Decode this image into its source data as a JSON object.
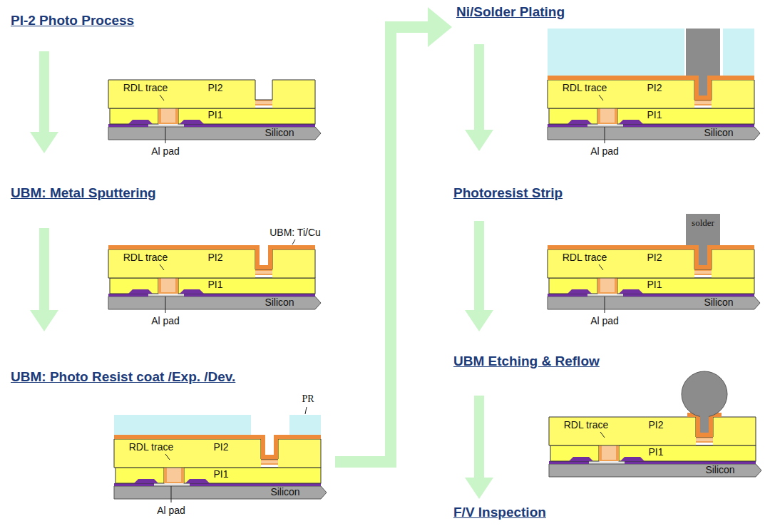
{
  "diagram": {
    "labels": [
      "PI-2 Photo Process",
      "RDL trace",
      "PI2",
      "PI1",
      "Silicon",
      "Al pad",
      "UBM: Metal Sputtering",
      "RDL trace",
      "PI2",
      "UBM: Ti/Cu",
      "PI1",
      "Silicon",
      "Al pad",
      "UBM: Photo Resist coat /Exp. /Dev.",
      "PR",
      "RDL trace",
      "PI2",
      "PI1",
      "Silicon",
      "Al pad",
      "Ni/Solder Plating",
      "RDL trace",
      "PI2",
      "PI1",
      "Silicon",
      "Al pad",
      "Photoresist Strip",
      "solder",
      "RDL trace",
      "PI2",
      "PI1",
      "Silicon",
      "Al pad",
      "UBM Etching & Reflow",
      "RDL trace",
      "PI2",
      "PI1",
      "Silicon",
      "F/V Inspection"
    ]
  }
}
